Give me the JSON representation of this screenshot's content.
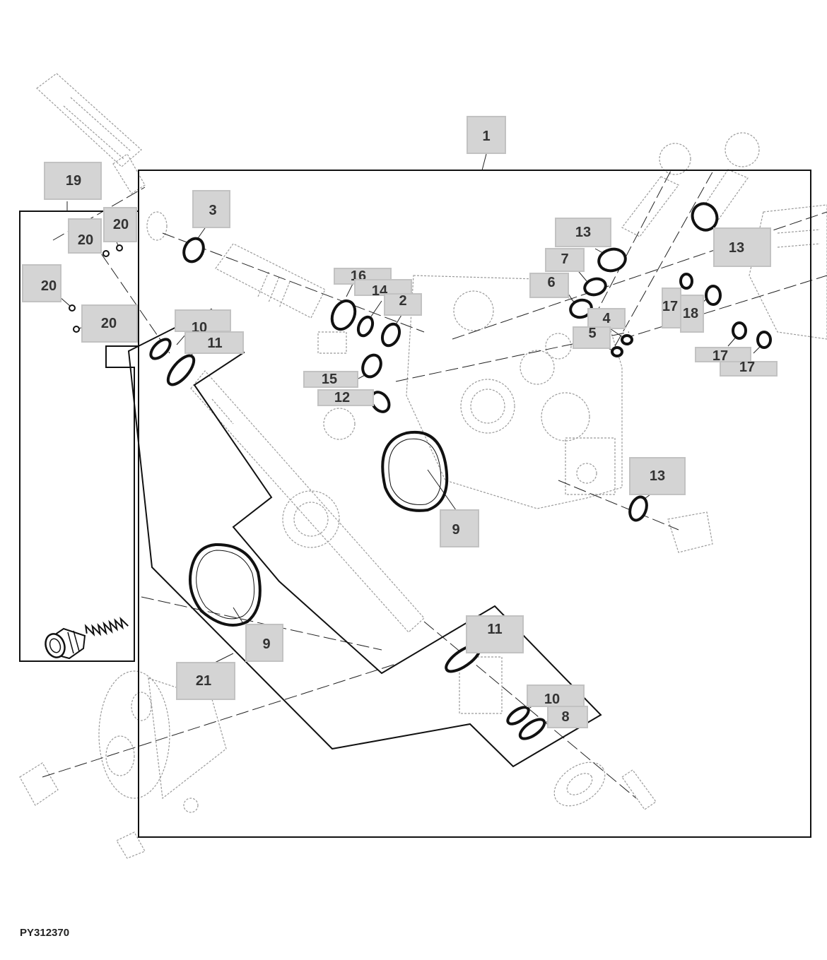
{
  "figure_code": "PY312370",
  "callout_labels": {
    "c1": "1",
    "c2": "2",
    "c3": "3",
    "c4": "4",
    "c5": "5",
    "c6": "6",
    "c7": "7",
    "c8": "8",
    "c9a": "9",
    "c9b": "9",
    "c10a": "10",
    "c10b": "10",
    "c11a": "11",
    "c11b": "11",
    "c12": "12",
    "c13a": "13",
    "c13b": "13",
    "c13c": "13",
    "c14": "14",
    "c15": "15",
    "c16": "16",
    "c17a": "17",
    "c17b": "17",
    "c17c": "17",
    "c18": "18",
    "c19": "19",
    "c20a": "20",
    "c20b": "20",
    "c20c": "20",
    "c20d": "20",
    "c21": "21"
  },
  "colors": {
    "line": "#111111",
    "ghost_line": "#9a9a9a",
    "callout_fill": "#d4d4d4",
    "label_text": "#333333"
  }
}
